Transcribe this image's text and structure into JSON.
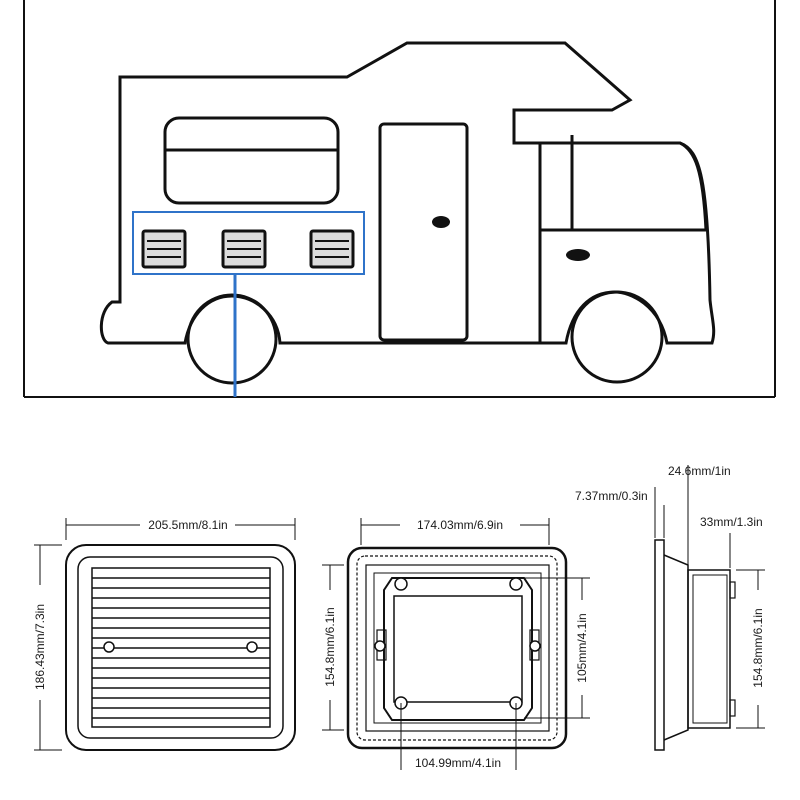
{
  "dimensions": {
    "front_width": "205.5mm/8.1in",
    "front_height": "186.43mm/7.3in",
    "back_width": "174.03mm/6.9in",
    "back_height": "154.8mm/6.1in",
    "back_inner_height": "105mm/4.1in",
    "back_inner_width": "104.99mm/4.1in",
    "side_total_depth": "24.6mm/1in",
    "side_flange": "7.37mm/0.3in",
    "side_body_depth": "33mm/1.3in",
    "side_height": "154.8mm/6.1in"
  },
  "colors": {
    "line": "#111111",
    "highlight": "#2f73c9",
    "vent_fill": "#dcdcdc"
  }
}
